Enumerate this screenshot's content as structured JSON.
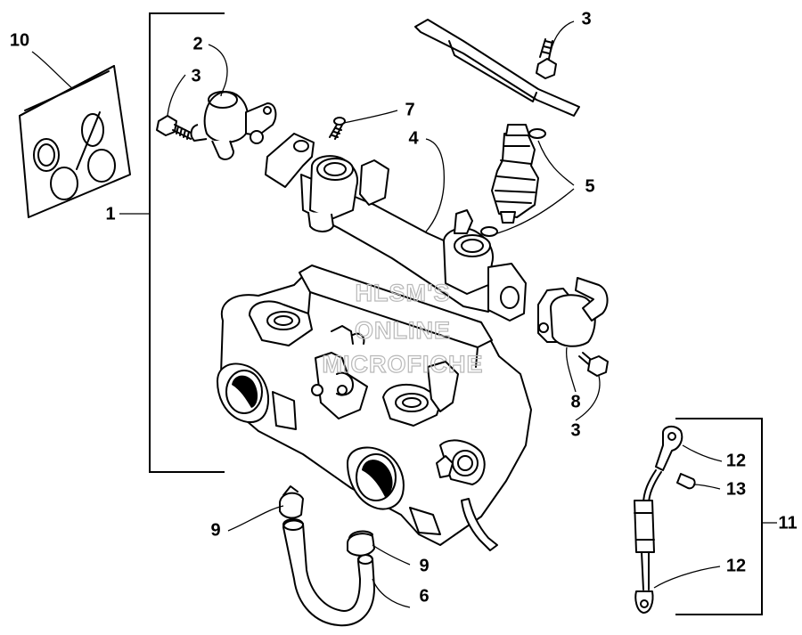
{
  "callouts": {
    "c1": "1",
    "c2": "2",
    "c3a": "3",
    "c3b": "3",
    "c3c": "3",
    "c4": "4",
    "c5": "5",
    "c6": "6",
    "c7": "7",
    "c8": "8",
    "c9a": "9",
    "c9b": "9",
    "c10": "10",
    "c11": "11",
    "c12a": "12",
    "c12b": "12",
    "c13": "13"
  },
  "watermark": {
    "line1": "HLSM'S",
    "line2": "ONLINE",
    "line3": "MICROFICHE"
  },
  "colors": {
    "ink": "#000000",
    "paper": "#ffffff",
    "watermark": "#b8b8b8"
  }
}
